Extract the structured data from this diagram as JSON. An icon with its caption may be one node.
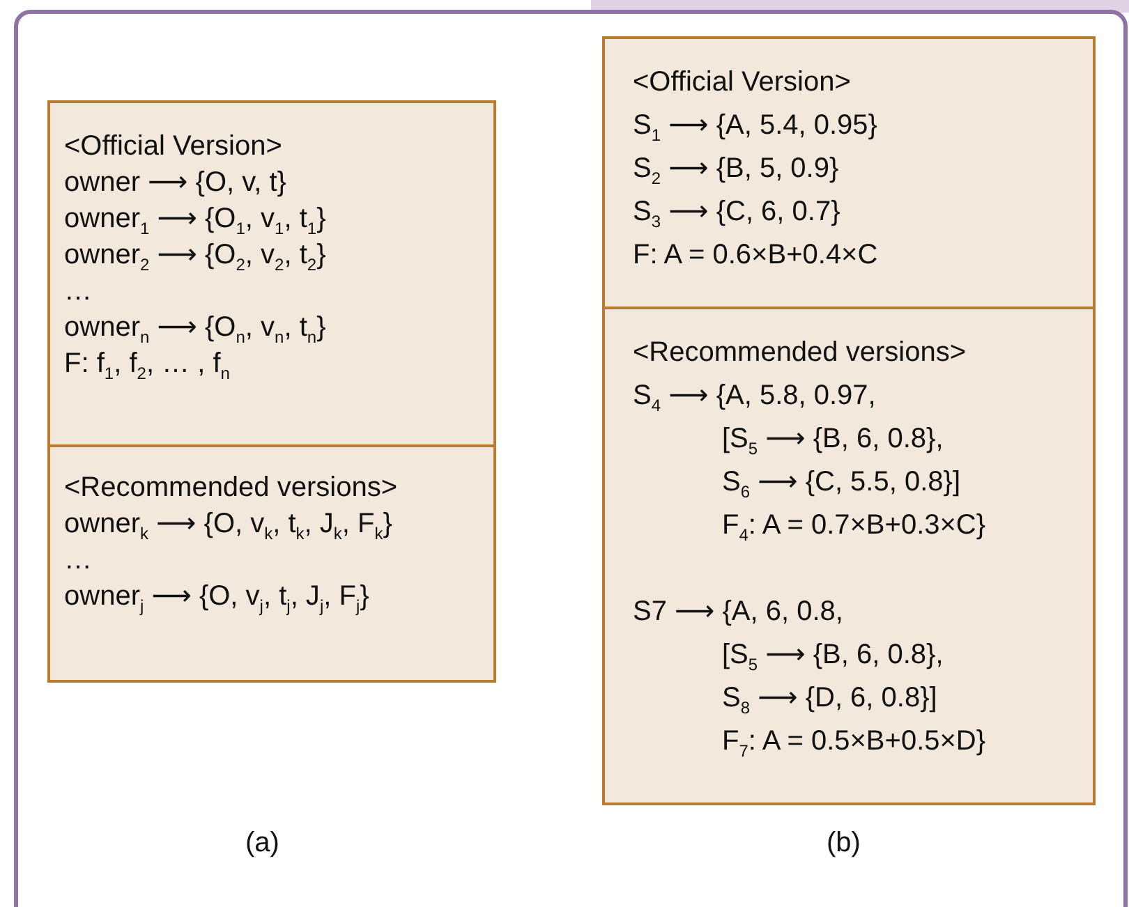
{
  "diagram": {
    "nodes": [
      {
        "text": [
          "<Official Version>",
          "owner ⟶ {O, v, t}",
          "owner$_{1}$ ⟶ {O$_{1}$, v$_{1}$, t$_{1}$}",
          "owner$_{2}$ ⟶ {O$_{2}$, v$_{2}$, t$_{2}$}",
          "…",
          "owner$_{n}$ ⟶ {O$_{n}$, v$_{n}$, t$_{n}$}",
          "F: f$_{1}$, f$_{2}$, … , f$_{n}$"
        ]
      },
      {
        "text": [
          "<Recommended versions>",
          "owner$_{k}$ ⟶ {O, v$_{k}$, t$_{k}$, J$_{k}$, F$_{k}$}",
          "…",
          "owner$_{j}$ ⟶ {O, v$_{j}$, t$_{j}$, J$_{j}$, F$_{j}$}"
        ]
      },
      {
        "text": [
          "<Official Version>",
          "S$_{1}$ ⟶ {A, 5.4, 0.95}",
          "S$_{2}$ ⟶ {B, 5, 0.9}",
          "S$_{3}$ ⟶ {C, 6, 0.7}",
          "F: A = 0.6×B+0.4×C"
        ]
      },
      {
        "text": [
          "<Recommended versions>",
          "S$_{4}$ ⟶ {A, 5.8, 0.97,",
          "[S$_{5}$ ⟶ {B, 6, 0.8},",
          "S$_{6}$ ⟶ {C, 5.5, 0.8}]",
          "F$_{4}$: A = 0.7×B+0.3×C}",
          "S7 ⟶ {A, 6, 0.8,",
          "[S$_{5}$ ⟶ {B, 6, 0.8},",
          "S$_{8}$ ⟶ {D, 6, 0.8}]",
          "F$_{7}$: A = 0.5×B+0.5×D}"
        ]
      }
    ],
    "labels": [
      "(a)",
      "(b)"
    ]
  }
}
